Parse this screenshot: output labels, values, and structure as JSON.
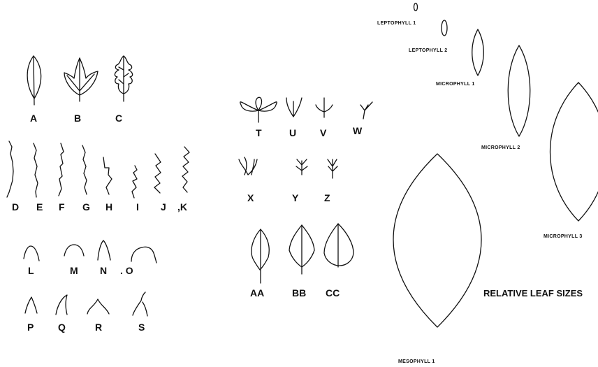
{
  "shape_labels": {
    "A": "A",
    "B": "B",
    "C": "C",
    "D": "D",
    "E": "E",
    "F": "F",
    "G": "G",
    "H": "H",
    "I": "I",
    "J": "J",
    "K": ",K",
    "L": "L",
    "M": "M",
    "N": "N",
    "O": ". O",
    "P": "P",
    "Q": "Q",
    "R": "R",
    "S": "S",
    "T": "T",
    "U": "U",
    "V": "V",
    "W": "W",
    "X": "X",
    "Y": "Y",
    "Z": "Z",
    "AA": "AA",
    "BB": "BB",
    "CC": "CC"
  },
  "sizes": {
    "title": "RELATIVE LEAF SIZES",
    "leptophyll1": "LEPTOPHYLL 1",
    "leptophyll2": "LEPTOPHYLL 2",
    "microphyll1": "MICROPHYLL 1",
    "microphyll2": "MICROPHYLL 2",
    "microphyll3": "MICROPHYLL 3",
    "mesophyll1": "MESOPHYLL 1"
  }
}
